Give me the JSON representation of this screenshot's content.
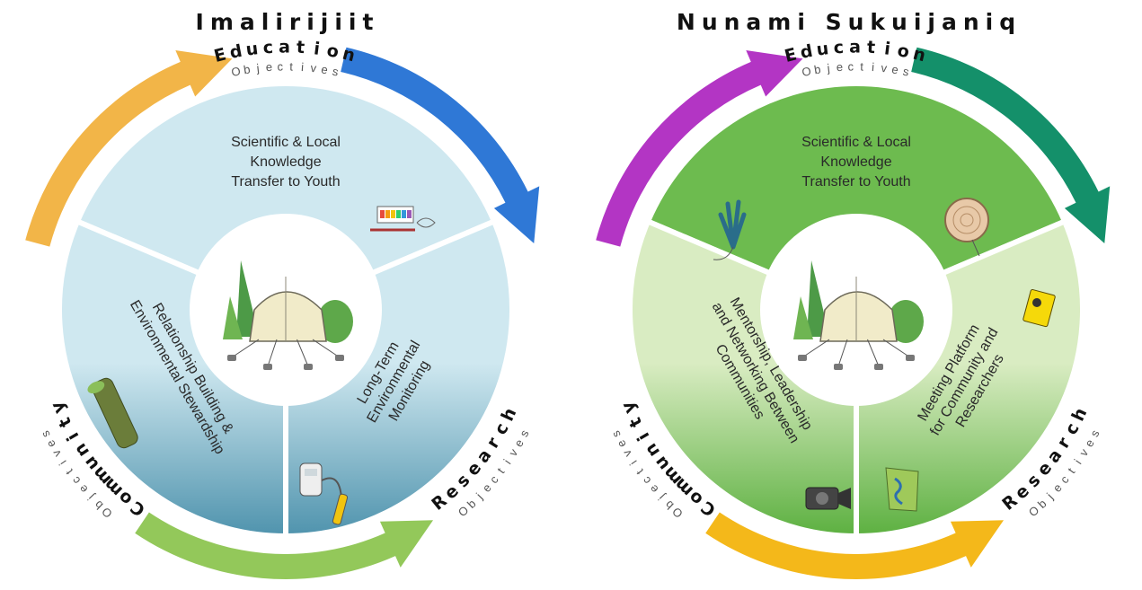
{
  "panels": [
    {
      "title": "Imalirijiit",
      "education": {
        "label": "Education",
        "sub": "Objectives"
      },
      "research": {
        "label": "Research",
        "sub": "Objectives"
      },
      "community": {
        "label": "Community",
        "sub": "Objectives"
      },
      "sector_top": [
        "Scientific & Local",
        "Knowledge",
        "Transfer to Youth"
      ],
      "sector_right": [
        "Long-Term",
        "Environmental",
        "Monitoring"
      ],
      "sector_left": [
        "Relationship Building &",
        "Environmental Stewardship"
      ],
      "colors": {
        "arrow_top": "#2f78d6",
        "arrow_bottom": "#93c85a",
        "arrow_left": "#f2b548",
        "fill_light": "#cfe8f0",
        "fill_dark": "#4f93ad"
      }
    },
    {
      "title": "Nunami Sukuijaniq",
      "education": {
        "label": "Education",
        "sub": "Objectives"
      },
      "research": {
        "label": "Research",
        "sub": "Objectives"
      },
      "community": {
        "label": "Community",
        "sub": "Objectives"
      },
      "sector_top": [
        "Scientific & Local",
        "Knowledge",
        "Transfer to Youth"
      ],
      "sector_right": [
        "Meeting Platform",
        "for Community and",
        "Researchers"
      ],
      "sector_left": [
        "Mentorship, Leadership",
        "and Networking Between",
        "Communities"
      ],
      "colors": {
        "arrow_top": "#14906a",
        "arrow_bottom": "#f4b81a",
        "arrow_left": "#b335c4",
        "fill_light": "#d9ecc2",
        "fill_dark": "#5cb040"
      }
    }
  ],
  "icons": {
    "center": "camp-tent-icon",
    "left_top": "art-supplies-icon",
    "left_right": "water-probe-icon",
    "left_left": "log-icon",
    "right_top_a": "plant-sample-icon",
    "right_top_b": "tree-cookie-icon",
    "right_right_a": "field-notebook-icon",
    "right_right_b": "map-icon",
    "right_left": "video-camera-icon"
  }
}
